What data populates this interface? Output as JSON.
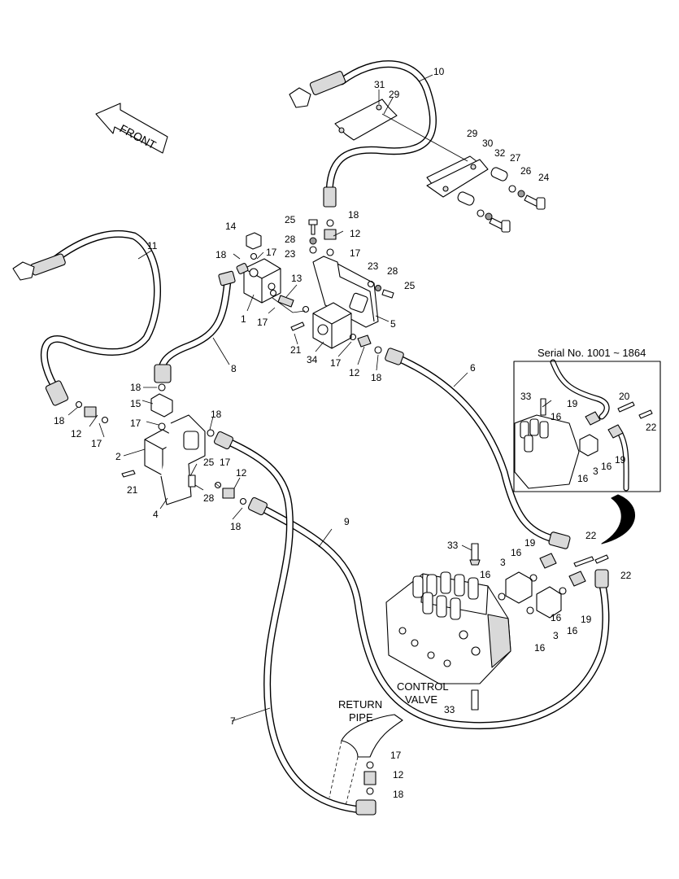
{
  "front_label": "FRONT",
  "inset": {
    "title": "Serial No. 1001 ~ 1864"
  },
  "labels": {
    "control_valve": [
      "CONTROL",
      "VALVE"
    ],
    "return_pipe": [
      "RETURN",
      "PIPE"
    ]
  },
  "callouts": [
    {
      "text": "10"
    },
    {
      "text": "31"
    },
    {
      "text": "29"
    },
    {
      "text": "29"
    },
    {
      "text": "30"
    },
    {
      "text": "32"
    },
    {
      "text": "27"
    },
    {
      "text": "26"
    },
    {
      "text": "24"
    },
    {
      "text": "25"
    },
    {
      "text": "18"
    },
    {
      "text": "28"
    },
    {
      "text": "12"
    },
    {
      "text": "23"
    },
    {
      "text": "17"
    },
    {
      "text": "14"
    },
    {
      "text": "18"
    },
    {
      "text": "17"
    },
    {
      "text": "23"
    },
    {
      "text": "28"
    },
    {
      "text": "25"
    },
    {
      "text": "13"
    },
    {
      "text": "1"
    },
    {
      "text": "17"
    },
    {
      "text": "5"
    },
    {
      "text": "11"
    },
    {
      "text": "21"
    },
    {
      "text": "34"
    },
    {
      "text": "17"
    },
    {
      "text": "12"
    },
    {
      "text": "18"
    },
    {
      "text": "8"
    },
    {
      "text": "6"
    },
    {
      "text": "18"
    },
    {
      "text": "15"
    },
    {
      "text": "18"
    },
    {
      "text": "12"
    },
    {
      "text": "17"
    },
    {
      "text": "17"
    },
    {
      "text": "18"
    },
    {
      "text": "2"
    },
    {
      "text": "25"
    },
    {
      "text": "17"
    },
    {
      "text": "12"
    },
    {
      "text": "21"
    },
    {
      "text": "28"
    },
    {
      "text": "4"
    },
    {
      "text": "18"
    },
    {
      "text": "9"
    },
    {
      "text": "33"
    },
    {
      "text": "20"
    },
    {
      "text": "19"
    },
    {
      "text": "22"
    },
    {
      "text": "16"
    },
    {
      "text": "16"
    },
    {
      "text": "19"
    },
    {
      "text": "3"
    },
    {
      "text": "16"
    },
    {
      "text": "33"
    },
    {
      "text": "19"
    },
    {
      "text": "16"
    },
    {
      "text": "3"
    },
    {
      "text": "22"
    },
    {
      "text": "22"
    },
    {
      "text": "16"
    },
    {
      "text": "16"
    },
    {
      "text": "19"
    },
    {
      "text": "16"
    },
    {
      "text": "3"
    },
    {
      "text": "16"
    },
    {
      "text": "7"
    },
    {
      "text": "33"
    },
    {
      "text": "17"
    },
    {
      "text": "12"
    },
    {
      "text": "18"
    }
  ]
}
